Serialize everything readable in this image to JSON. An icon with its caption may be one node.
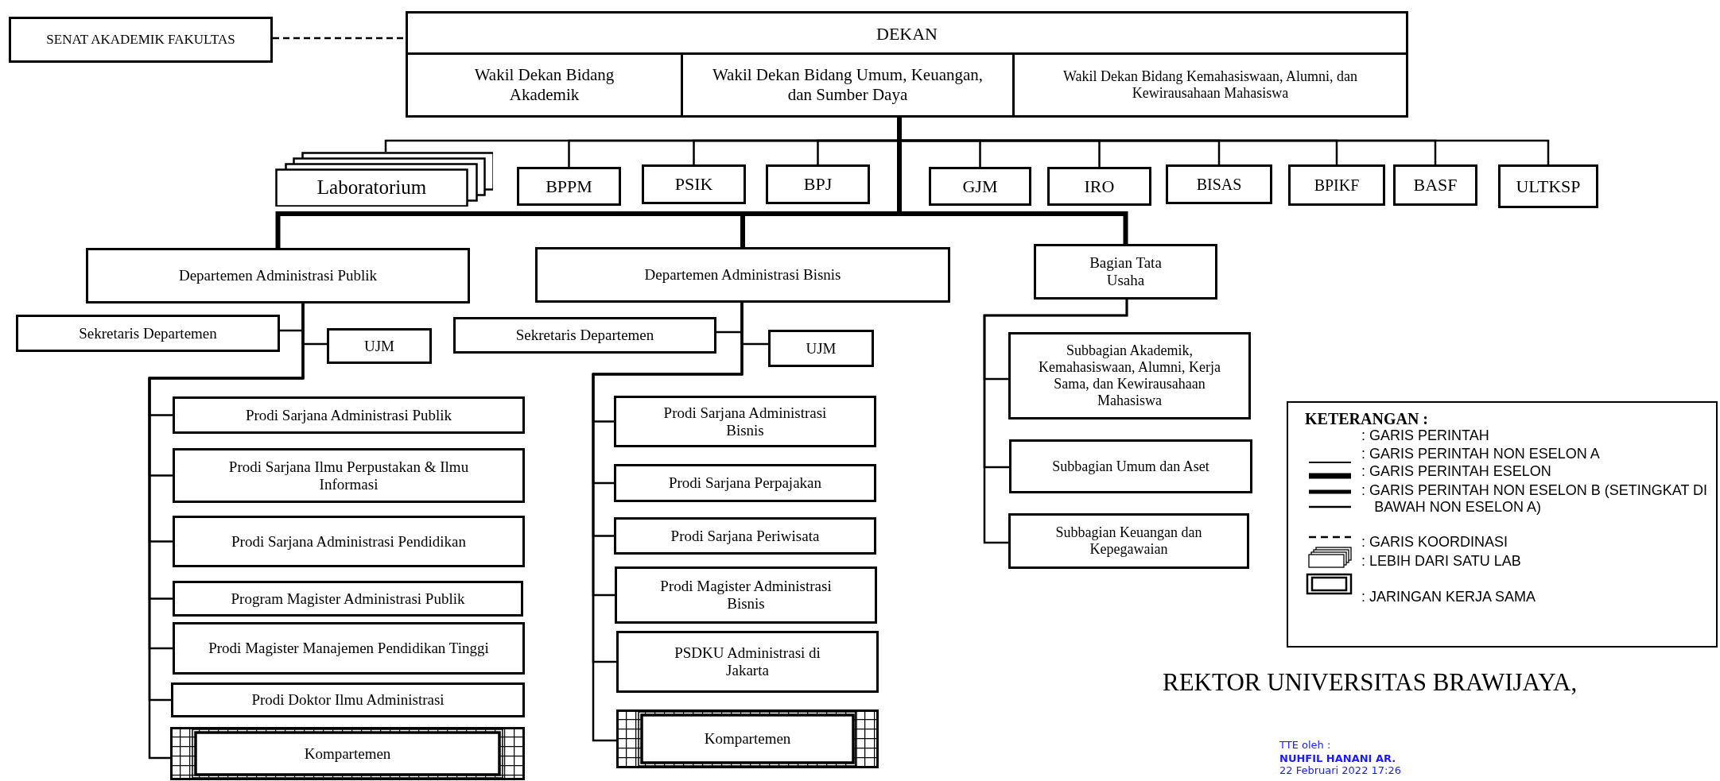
{
  "diagram": {
    "nodes": [
      {
        "text": [
          "SENAT AKADEMIK FAKULTAS"
        ]
      },
      {
        "text": [
          "DEKAN"
        ]
      },
      {
        "text": [
          "Wakil Dekan Bidang Akademik"
        ],
        "in": 1
      },
      {
        "text": [
          "Wakil Dekan Bidang Umum, Keuangan, dan Sumber Daya"
        ],
        "in": 1
      },
      {
        "text": [
          "Wakil Dekan Bidang Kemahasiswaan, Alumni, dan Kewirausahaan Mahasiswa"
        ],
        "in": 1
      },
      {
        "text": [
          "Laboratorium"
        ]
      },
      {
        "text": [
          "BPPM"
        ]
      },
      {
        "text": [
          "PSIK"
        ]
      },
      {
        "text": [
          "BPJ"
        ]
      },
      {
        "text": [
          "GJM"
        ]
      },
      {
        "text": [
          "IRO"
        ]
      },
      {
        "text": [
          "BISAS"
        ]
      },
      {
        "text": [
          "BPIKF"
        ]
      },
      {
        "text": [
          "BASF"
        ]
      },
      {
        "text": [
          "ULTKSP"
        ]
      },
      {
        "text": [
          "Departemen Administrasi Publik"
        ]
      },
      {
        "text": [
          "Departemen Administrasi Bisnis"
        ]
      },
      {
        "text": [
          "Bagian Tata Usaha"
        ]
      },
      {
        "text": [
          "Sekretaris Departemen"
        ]
      },
      {
        "text": [
          "UJM"
        ]
      },
      {
        "text": [
          "Prodi Sarjana Administrasi Publik"
        ]
      },
      {
        "text": [
          "Prodi Sarjana Ilmu Perpustakan & Ilmu Informasi"
        ]
      },
      {
        "text": [
          "Prodi Sarjana Administrasi Pendidikan"
        ]
      },
      {
        "text": [
          "Program Magister Administrasi Publik"
        ]
      },
      {
        "text": [
          "Prodi Magister Manajemen Pendidikan Tinggi"
        ]
      },
      {
        "text": [
          "Prodi Doktor Ilmu Administrasi"
        ]
      },
      {
        "text": [
          "Kompartemen"
        ]
      },
      {
        "text": [
          "Sekretaris Departemen"
        ]
      },
      {
        "text": [
          "UJM"
        ]
      },
      {
        "text": [
          "Prodi Sarjana Administrasi Bisnis"
        ]
      },
      {
        "text": [
          "Prodi Sarjana Perpajakan"
        ]
      },
      {
        "text": [
          "Prodi Sarjana Periwisata"
        ]
      },
      {
        "text": [
          "Prodi Magister Administrasi Bisnis"
        ]
      },
      {
        "text": [
          "PSDKU Administrasi di Jakarta"
        ]
      },
      {
        "text": [
          "Kompartemen"
        ]
      },
      {
        "text": [
          "Subbagian Akademik, Kemahasiswaan, Alumni, Kerja Sama, dan Kewirausahaan Mahasiswa"
        ]
      },
      {
        "text": [
          "Subbagian Umum dan Aset"
        ]
      },
      {
        "text": [
          "Subbagian Keuangan dan Kepegawaian"
        ]
      }
    ],
    "edges": [
      {
        "from": 0,
        "to": 1,
        "arrow": "none",
        "style": "dashed"
      },
      {
        "from": 3,
        "to": 5,
        "arrow": "none"
      },
      {
        "from": 3,
        "to": 6,
        "arrow": "none"
      },
      {
        "from": 3,
        "to": 7,
        "arrow": "none"
      },
      {
        "from": 3,
        "to": 8,
        "arrow": "none"
      },
      {
        "from": 3,
        "to": 9,
        "arrow": "none"
      },
      {
        "from": 3,
        "to": 10,
        "arrow": "none"
      },
      {
        "from": 3,
        "to": 11,
        "arrow": "none"
      },
      {
        "from": 3,
        "to": 12,
        "arrow": "none"
      },
      {
        "from": 3,
        "to": 13,
        "arrow": "none"
      },
      {
        "from": 3,
        "to": 14,
        "arrow": "none"
      },
      {
        "from": 3,
        "to": 15,
        "arrow": "none",
        "style": "thick"
      },
      {
        "from": 3,
        "to": 16,
        "arrow": "none",
        "style": "thick"
      },
      {
        "from": 3,
        "to": 17,
        "arrow": "none",
        "style": "thick"
      },
      {
        "from": 15,
        "to": 18,
        "arrow": "none"
      },
      {
        "from": 15,
        "to": 19,
        "arrow": "none"
      },
      {
        "from": 15,
        "to": 20,
        "arrow": "none"
      },
      {
        "from": 15,
        "to": 21,
        "arrow": "none"
      },
      {
        "from": 15,
        "to": 22,
        "arrow": "none"
      },
      {
        "from": 15,
        "to": 23,
        "arrow": "none"
      },
      {
        "from": 15,
        "to": 24,
        "arrow": "none"
      },
      {
        "from": 15,
        "to": 25,
        "arrow": "none"
      },
      {
        "from": 15,
        "to": 26,
        "arrow": "none"
      },
      {
        "from": 16,
        "to": 27,
        "arrow": "none"
      },
      {
        "from": 16,
        "to": 28,
        "arrow": "none"
      },
      {
        "from": 16,
        "to": 29,
        "arrow": "none"
      },
      {
        "from": 16,
        "to": 30,
        "arrow": "none"
      },
      {
        "from": 16,
        "to": 31,
        "arrow": "none"
      },
      {
        "from": 16,
        "to": 32,
        "arrow": "none"
      },
      {
        "from": 16,
        "to": 33,
        "arrow": "none"
      },
      {
        "from": 16,
        "to": 34,
        "arrow": "none"
      },
      {
        "from": 17,
        "to": 35,
        "arrow": "none"
      },
      {
        "from": 17,
        "to": 36,
        "arrow": "none"
      },
      {
        "from": 17,
        "to": 37,
        "arrow": "none"
      }
    ],
    "labels": [
      "KETERANGAN :",
      "REKTOR UNIVERSITAS BRAWIJAYA,",
      "TTE oleh :",
      "NUHFIL HANANI AR.",
      "22 Februari 2022 17:26"
    ],
    "legend": [
      {
        "text": ": GARIS PERINTAH"
      },
      {
        "text": ": GARIS PERINTAH NON ESELON A"
      },
      {
        "text": ": GARIS PERINTAH ESELON"
      },
      {
        "text": ": GARIS PERINTAH NON ESELON B (SETINGKAT DI BAWAH NON ESELON A)"
      },
      {
        "text": ": GARIS KOORDINASI"
      },
      {
        "text": ": LEBIH DARI SATU LAB"
      },
      {
        "text": ": JARINGAN KERJA SAMA"
      }
    ]
  }
}
